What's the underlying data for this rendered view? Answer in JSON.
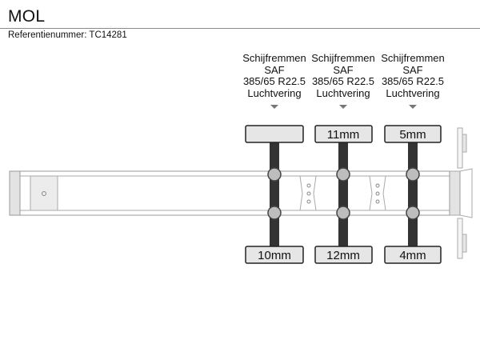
{
  "header": {
    "title": "MOL",
    "reference": "Referentienummer: TC14281"
  },
  "axles": [
    {
      "brake": "Schijfremmen",
      "brand": "SAF",
      "tyre": "385/65 R22.5",
      "suspension": "Luchtvering",
      "left_tread": "",
      "right_tread": "10mm"
    },
    {
      "brake": "Schijfremmen",
      "brand": "SAF",
      "tyre": "385/65 R22.5",
      "suspension": "Luchtvering",
      "left_tread": "11mm",
      "right_tread": "12mm"
    },
    {
      "brake": "Schijfremmen",
      "brand": "SAF",
      "tyre": "385/65 R22.5",
      "suspension": "Luchtvering",
      "left_tread": "5mm",
      "right_tread": "4mm"
    }
  ]
}
